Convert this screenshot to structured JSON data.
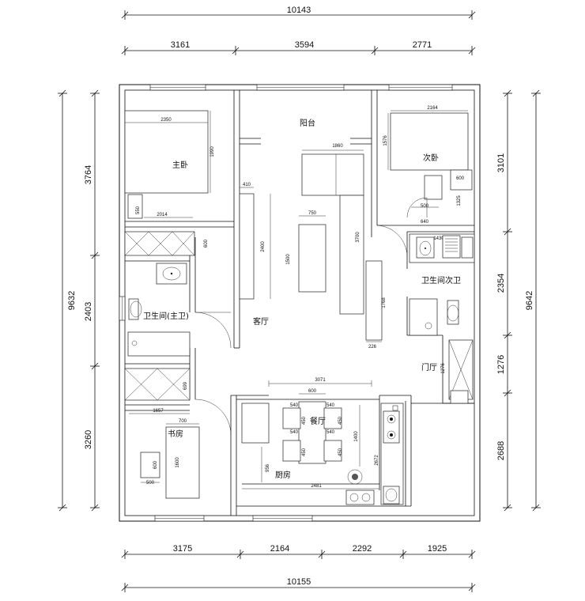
{
  "dimensions": {
    "top_total": "10143",
    "top_segments": [
      "3161",
      "3594",
      "2771"
    ],
    "bottom_segments": [
      "3175",
      "2164",
      "2292",
      "1925"
    ],
    "bottom_total": "10155",
    "left_total": "9632",
    "left_segments": [
      "3764",
      "2403",
      "3260"
    ],
    "right_total": "9642",
    "right_segments": [
      "3101",
      "2354",
      "1276",
      "2688"
    ]
  },
  "rooms": {
    "balcony": "阳台",
    "master_bedroom": "主卧",
    "second_bedroom": "次卧",
    "master_bath": "卫生间(主卫)",
    "second_bath": "卫生间次卫",
    "living_room": "客厅",
    "entrance": "门厅",
    "study": "书房",
    "dining": "餐厅",
    "kitchen": "厨房"
  },
  "annotations": {
    "bed_master_w": "2350",
    "bed_master_h": "1990",
    "wardrobe_master_small": "550",
    "wardrobe_master": "2014",
    "master_cabinet": "600",
    "bed_second_w": "2164",
    "bed_second_h": "1576",
    "desk_second": "600",
    "second_1325": "1325",
    "second_500": "500",
    "second_640": "640",
    "bath2_1430": "1430",
    "living_410": "410",
    "living_1860": "1860",
    "living_750": "750",
    "living_2400": "2400",
    "living_1500": "1500",
    "living_3700": "3700",
    "living_1768": "1768",
    "living_226": "226",
    "dining_3071": "3071",
    "dining_600": "600",
    "dining_540a": "540",
    "dining_540b": "540",
    "dining_540c": "540",
    "dining_540d": "540",
    "dining_450a": "450",
    "dining_450b": "450",
    "dining_450c": "450",
    "dining_450d": "450",
    "dining_1400": "1400",
    "kitchen_956": "956",
    "kitchen_2672": "2672",
    "kitchen_2481": "2481",
    "entrance_1276": "1276",
    "study_1657": "1657",
    "study_700": "700",
    "study_1600": "1600",
    "study_600": "600",
    "study_500": "500",
    "master_699": "699"
  }
}
